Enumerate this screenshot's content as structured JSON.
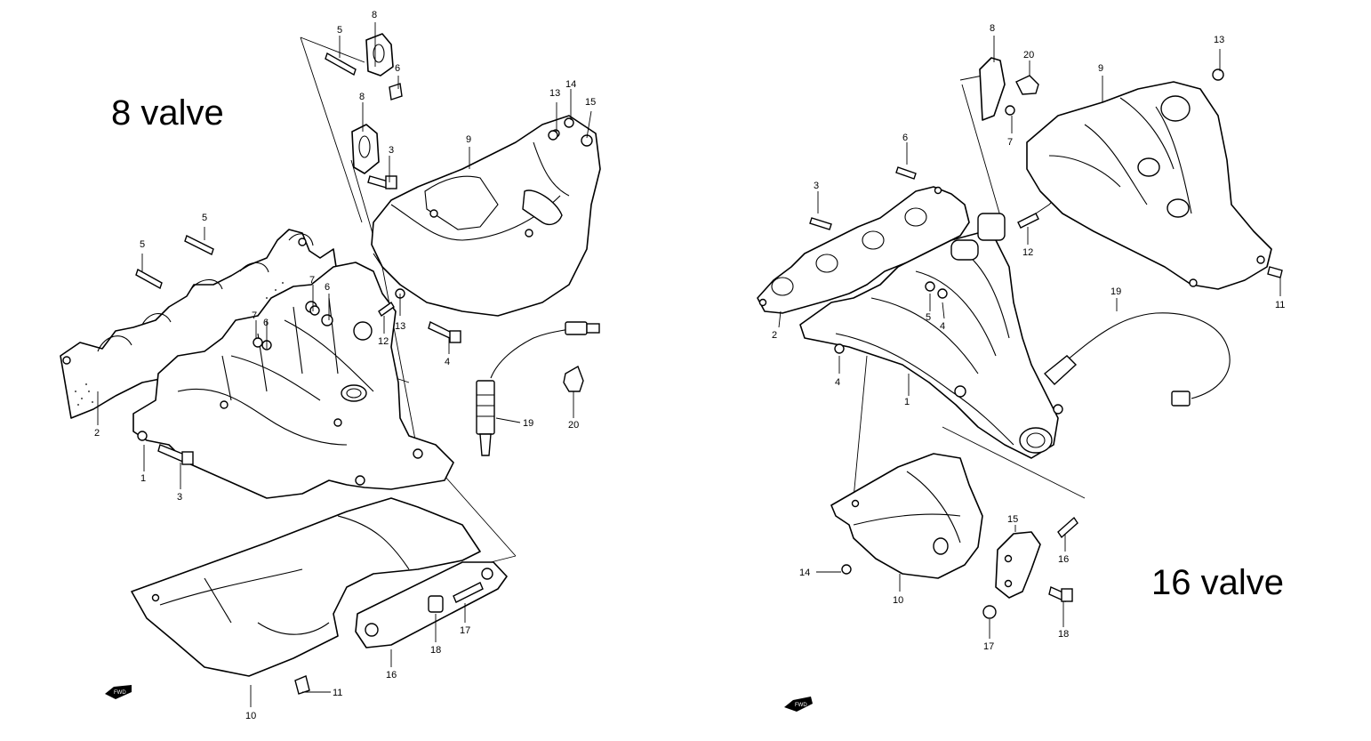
{
  "labels": {
    "left_title": "8 valve",
    "right_title": "16 valve",
    "fwd": "FWD"
  },
  "callouts_left": [
    {
      "id": "l1",
      "text": "1"
    },
    {
      "id": "l2",
      "text": "2"
    },
    {
      "id": "l3a",
      "text": "3"
    },
    {
      "id": "l3b",
      "text": "3"
    },
    {
      "id": "l4",
      "text": "4"
    },
    {
      "id": "l5a",
      "text": "5"
    },
    {
      "id": "l5b",
      "text": "5"
    },
    {
      "id": "l5c",
      "text": "5"
    },
    {
      "id": "l6a",
      "text": "6"
    },
    {
      "id": "l6b",
      "text": "6"
    },
    {
      "id": "l6c",
      "text": "6"
    },
    {
      "id": "l7a",
      "text": "7"
    },
    {
      "id": "l7b",
      "text": "7"
    },
    {
      "id": "l8a",
      "text": "8"
    },
    {
      "id": "l8b",
      "text": "8"
    },
    {
      "id": "l9",
      "text": "9"
    },
    {
      "id": "l10",
      "text": "10"
    },
    {
      "id": "l11",
      "text": "11"
    },
    {
      "id": "l12",
      "text": "12"
    },
    {
      "id": "l13a",
      "text": "13"
    },
    {
      "id": "l13b",
      "text": "13"
    },
    {
      "id": "l14",
      "text": "14"
    },
    {
      "id": "l15",
      "text": "15"
    },
    {
      "id": "l16",
      "text": "16"
    },
    {
      "id": "l17",
      "text": "17"
    },
    {
      "id": "l18",
      "text": "18"
    },
    {
      "id": "l19",
      "text": "19"
    },
    {
      "id": "l20",
      "text": "20"
    }
  ],
  "callouts_right": [
    {
      "id": "r1",
      "text": "1"
    },
    {
      "id": "r2",
      "text": "2"
    },
    {
      "id": "r3",
      "text": "3"
    },
    {
      "id": "r4a",
      "text": "4"
    },
    {
      "id": "r4b",
      "text": "4"
    },
    {
      "id": "r5",
      "text": "5"
    },
    {
      "id": "r6",
      "text": "6"
    },
    {
      "id": "r7",
      "text": "7"
    },
    {
      "id": "r8",
      "text": "8"
    },
    {
      "id": "r9",
      "text": "9"
    },
    {
      "id": "r10",
      "text": "10"
    },
    {
      "id": "r11",
      "text": "11"
    },
    {
      "id": "r12",
      "text": "12"
    },
    {
      "id": "r13",
      "text": "13"
    },
    {
      "id": "r14",
      "text": "14"
    },
    {
      "id": "r15",
      "text": "15"
    },
    {
      "id": "r16",
      "text": "16"
    },
    {
      "id": "r17",
      "text": "17"
    },
    {
      "id": "r18",
      "text": "18"
    },
    {
      "id": "r19",
      "text": "19"
    },
    {
      "id": "r20",
      "text": "20"
    }
  ]
}
